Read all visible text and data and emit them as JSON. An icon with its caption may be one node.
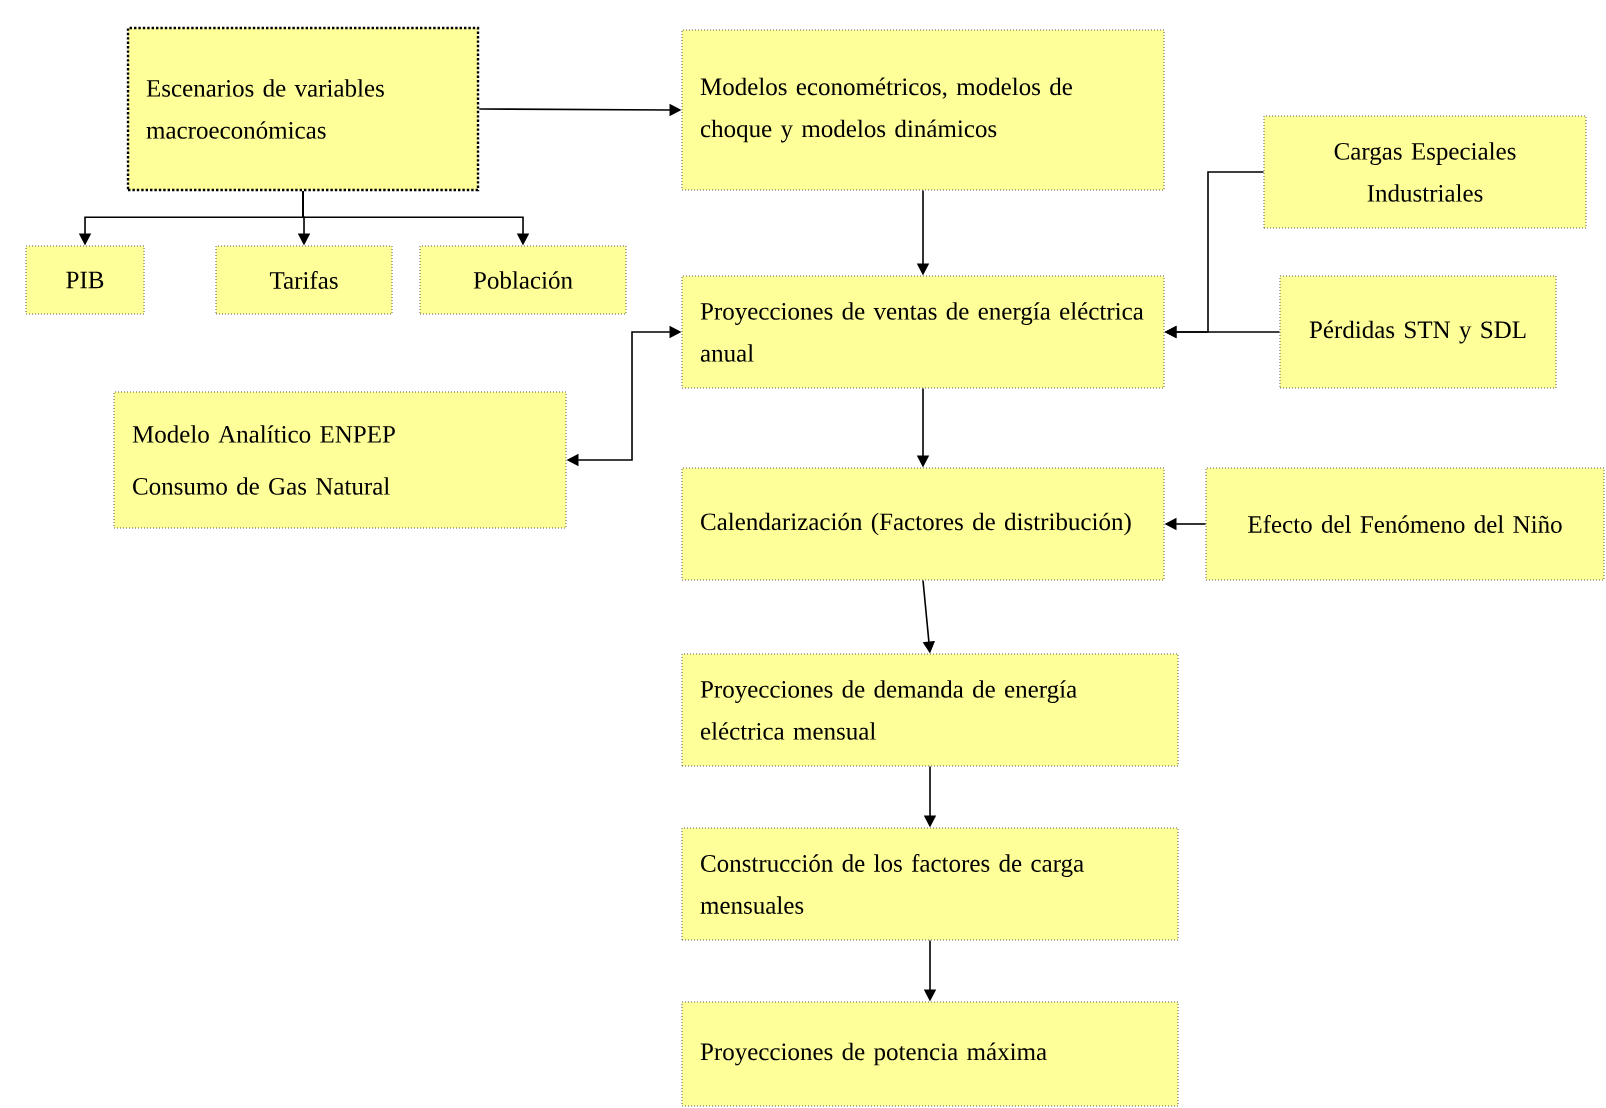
{
  "diagram": {
    "nodes": [
      {
        "text": [
          "Escenarios de variables macroeconómicas"
        ]
      },
      {
        "text": [
          "Modelos econométricos, modelos de choque y modelos dinámicos"
        ]
      },
      {
        "text": [
          "PIB"
        ]
      },
      {
        "text": [
          "Tarifas"
        ]
      },
      {
        "text": [
          "Población"
        ]
      },
      {
        "text": [
          "Cargas Especiales Industriales"
        ]
      },
      {
        "text": [
          "Proyecciones de ventas de energía eléctrica anual"
        ]
      },
      {
        "text": [
          "Pérdidas STN y SDL"
        ]
      },
      {
        "text": [
          "Modelo Analítico ENPEP",
          "Consumo de Gas Natural"
        ]
      },
      {
        "text": [
          "Calendarización (Factores de distribución)"
        ]
      },
      {
        "text": [
          "Efecto del Fenómeno del Niño"
        ]
      },
      {
        "text": [
          "Proyecciones de demanda de energía eléctrica mensual"
        ]
      },
      {
        "text": [
          "Construcción de los factores de carga mensuales"
        ]
      },
      {
        "text": [
          "Proyecciones de potencia máxima"
        ]
      }
    ],
    "edges": [
      {
        "from": 0,
        "to": 1,
        "arrow": "to"
      },
      {
        "from": 0,
        "to": 2,
        "arrow": "to"
      },
      {
        "from": 0,
        "to": 3,
        "arrow": "to"
      },
      {
        "from": 0,
        "to": 4,
        "arrow": "to"
      },
      {
        "from": 1,
        "to": 6,
        "arrow": "to"
      },
      {
        "from": 5,
        "to": 6,
        "arrow": "to"
      },
      {
        "from": 7,
        "to": 6,
        "arrow": "to"
      },
      {
        "from": 6,
        "to": 8,
        "arrow": "both"
      },
      {
        "from": 6,
        "to": 9,
        "arrow": "to"
      },
      {
        "from": 10,
        "to": 9,
        "arrow": "to"
      },
      {
        "from": 9,
        "to": 11,
        "arrow": "to"
      },
      {
        "from": 11,
        "to": 12,
        "arrow": "to"
      },
      {
        "from": 12,
        "to": 13,
        "arrow": "to"
      }
    ]
  }
}
